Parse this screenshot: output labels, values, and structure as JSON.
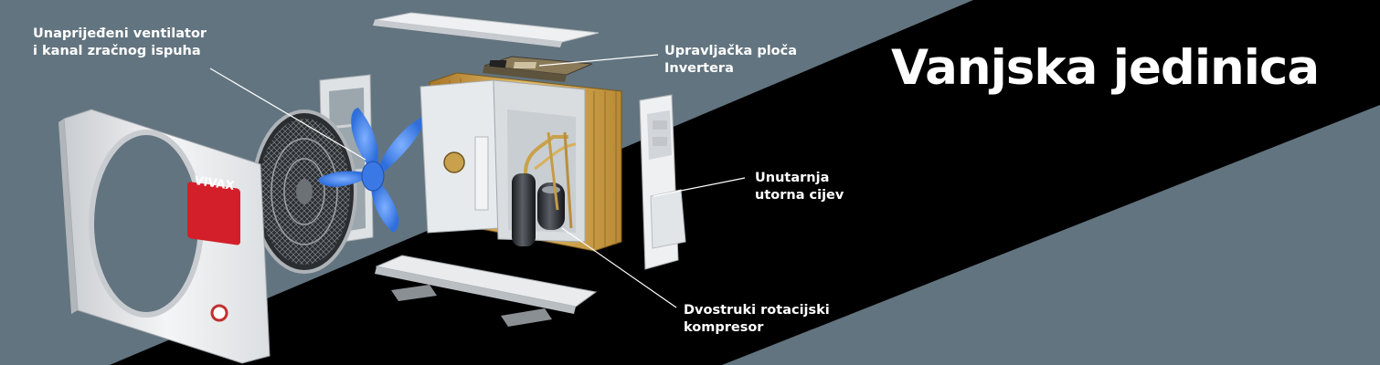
{
  "heading": "Vanjska jedinica",
  "brand_logo": "VIVAX",
  "callouts": {
    "fan": [
      "Unaprijeđeni ventilator",
      "i kanal zračnog ispuha"
    ],
    "board": [
      "Upravljačka ploča",
      "Invertera"
    ],
    "pipe": [
      "Unutarnja",
      "utorna cijev"
    ],
    "compressor": [
      "Dvostruki rotacijski",
      "kompresor"
    ]
  },
  "colors": {
    "background": "#62747f",
    "dark_band": "#000000",
    "text": "#ffffff",
    "logo_red": "#d21f2a",
    "fan_blue": "#4f8ff0",
    "coil_gold": "#c89a3e"
  }
}
